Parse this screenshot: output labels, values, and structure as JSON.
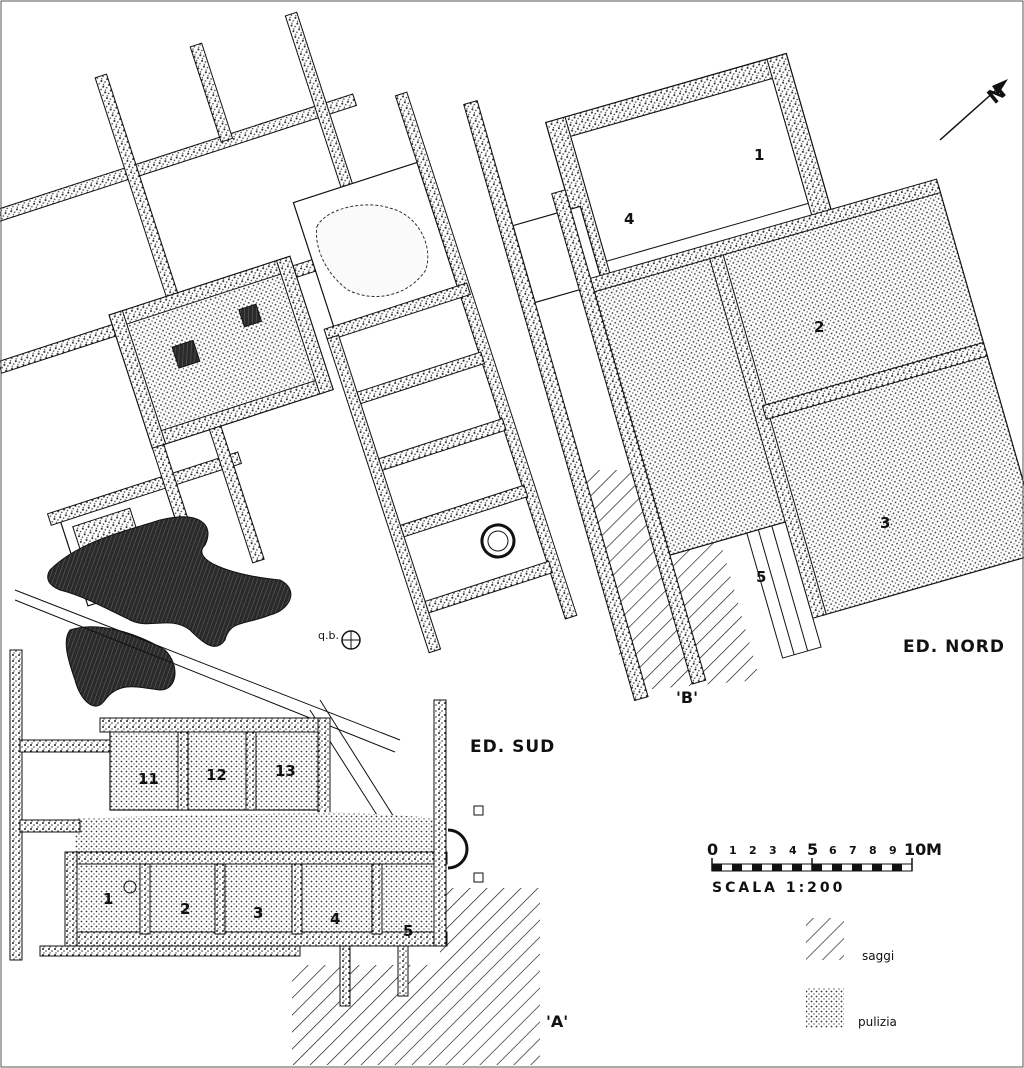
{
  "buildings": {
    "north": "ED. NORD",
    "south": "ED. SUD"
  },
  "sections": {
    "a": "'A'",
    "b": "'B'"
  },
  "point_label": "q.b.",
  "north_arrow": {
    "letter": "N"
  },
  "rooms_north": [
    "1",
    "2",
    "3",
    "4",
    "5"
  ],
  "rooms_south": [
    "1",
    "2",
    "3",
    "4",
    "5",
    "11",
    "12",
    "13"
  ],
  "scale": {
    "ticks": [
      "0",
      "1",
      "2",
      "3",
      "4",
      "5",
      "6",
      "7",
      "8",
      "9",
      "10"
    ],
    "unit": "M",
    "ratio": "SCALA  1:200"
  },
  "legend": [
    {
      "label": "saggi",
      "pattern": "hatch"
    },
    {
      "label": "pulizia",
      "pattern": "dots"
    }
  ],
  "colors": {
    "ink": "#111111",
    "paper": "#ffffff"
  }
}
